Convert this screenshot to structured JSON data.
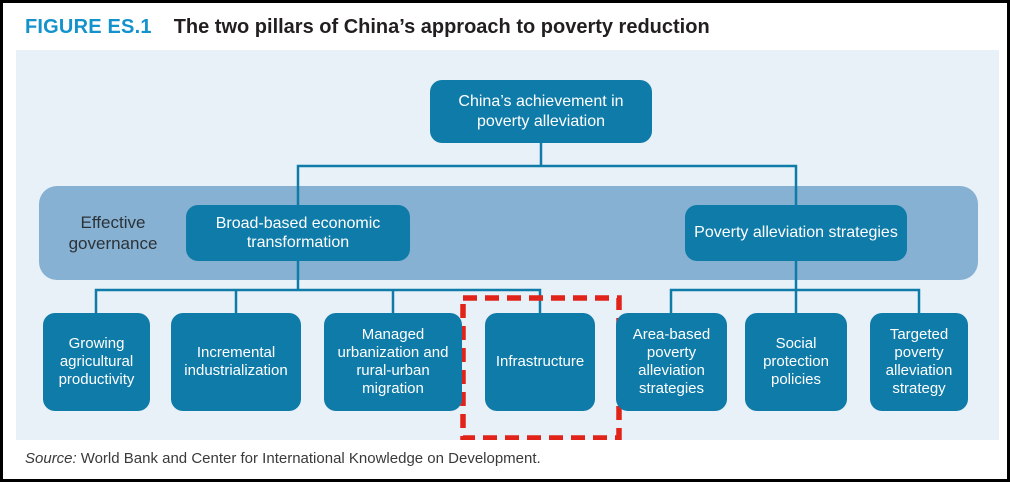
{
  "figure": {
    "label": "FIGURE ES.1",
    "title": "The two pillars of China’s approach to poverty reduction"
  },
  "diagram": {
    "root": "China’s achievement in poverty alleviation",
    "band_label": "Effective governance",
    "pillars": [
      {
        "label": "Broad-based economic transformation",
        "children": [
          "Growing agricultural productivity",
          "Incremental industrialization",
          "Managed urbanization and rural-urban migration",
          "Infrastructure"
        ]
      },
      {
        "label": "Poverty alleviation strategies",
        "children": [
          "Area-based poverty alleviation strategies",
          "Social protection policies",
          "Targeted poverty alleviation strategy"
        ]
      }
    ],
    "highlighted_node": "Infrastructure"
  },
  "source": {
    "prefix": "Source:",
    "text": "World Bank and Center for International Knowledge on Development."
  },
  "colors": {
    "figure_label_blue": "#1492cc",
    "node_fill": "#0f7ba8",
    "band_fill": "#87b1d2",
    "panel_fill": "#e9f1f8",
    "connector": "#0f7ba8",
    "highlight_red": "#e2231a",
    "title_text": "#231f20"
  }
}
